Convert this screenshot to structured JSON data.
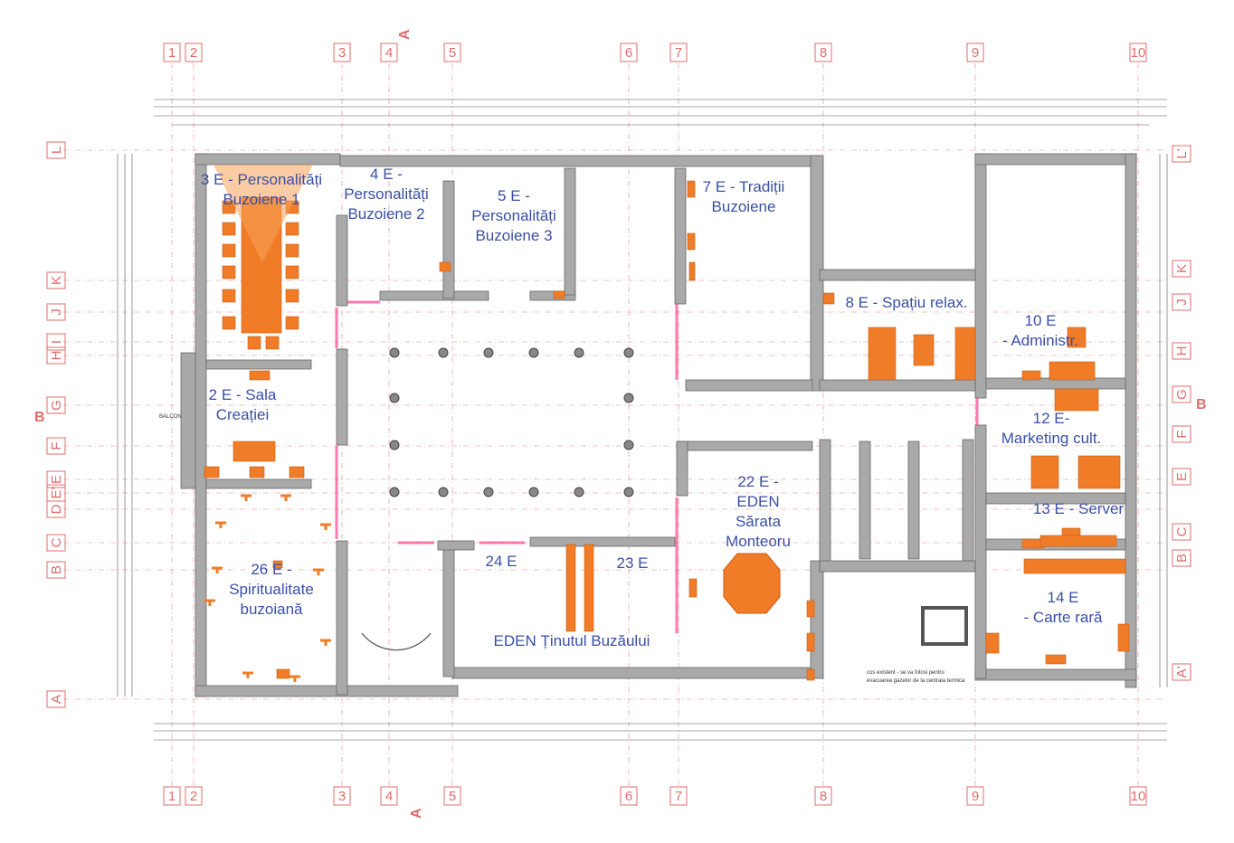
{
  "grid": {
    "columns": [
      "1",
      "2",
      "3",
      "4",
      "5",
      "6",
      "7",
      "8",
      "9",
      "10"
    ],
    "rows_left": [
      "L",
      "K",
      "J",
      "I",
      "H",
      "G",
      "F",
      "E",
      "E'",
      "D",
      "C",
      "B",
      "A"
    ],
    "rows_right": [
      "L'",
      "K",
      "J",
      "H",
      "G",
      "F",
      "E",
      "C",
      "B",
      "A'"
    ]
  },
  "sections": {
    "a_top": "A",
    "a_bottom": "A",
    "b_left": "B",
    "b_right": "B"
  },
  "rooms": [
    {
      "id": "r3",
      "lines": [
        "3 E - Personalități",
        "Buzoiene 1"
      ]
    },
    {
      "id": "r4",
      "lines": [
        "4 E -",
        "Personalități",
        "Buzoiene 2"
      ]
    },
    {
      "id": "r5",
      "lines": [
        "5 E -",
        "Personalități",
        "Buzoiene 3"
      ]
    },
    {
      "id": "r7",
      "lines": [
        "7 E - Tradiții",
        "Buzoiene"
      ]
    },
    {
      "id": "r8",
      "lines": [
        "8 E - Spațiu relax."
      ]
    },
    {
      "id": "r10",
      "lines": [
        "10 E",
        "- Administr."
      ]
    },
    {
      "id": "r2",
      "lines": [
        "2 E - Sala",
        "Creației"
      ]
    },
    {
      "id": "r12",
      "lines": [
        "12 E-",
        "Marketing cult."
      ]
    },
    {
      "id": "r22",
      "lines": [
        "22 E -",
        "EDEN",
        "Sărata",
        "Monteoru"
      ]
    },
    {
      "id": "r13",
      "lines": [
        "13 E - Server"
      ]
    },
    {
      "id": "r26",
      "lines": [
        "26 E -",
        "Spiritualitate",
        "buzoiană"
      ]
    },
    {
      "id": "r24",
      "lines": [
        "24 E"
      ]
    },
    {
      "id": "r23",
      "lines": [
        "23 E"
      ]
    },
    {
      "id": "r14",
      "lines": [
        "14 E",
        "- Carte rară"
      ]
    },
    {
      "id": "reden",
      "lines": [
        "EDEN Ținutul Buzăului"
      ]
    }
  ],
  "notes": {
    "balcon": "BALCON",
    "cos": "cos existent - se va folosi pentru",
    "cos2": "evacuarea gazelor de la centrala termica"
  },
  "colors": {
    "wall": "#a9a9a9",
    "furniture": "#f07c28",
    "grid": "#e06c6c",
    "label": "#3a4fa6"
  }
}
